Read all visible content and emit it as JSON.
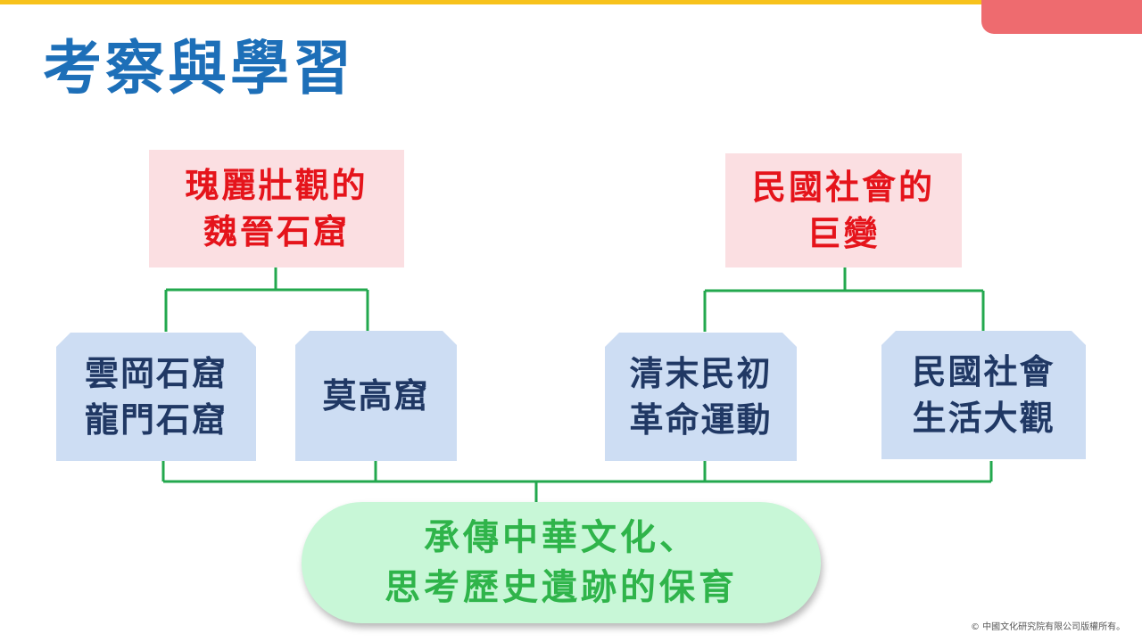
{
  "slide": {
    "title": "考察與學習",
    "copyright": "© 中國文化研究院有限公司版權所有。"
  },
  "diagram": {
    "top_nodes": [
      {
        "lines": [
          "瑰麗壯觀的",
          "魏晉石窟"
        ]
      },
      {
        "lines": [
          "民國社會的",
          "巨變"
        ]
      }
    ],
    "sub_nodes": [
      {
        "lines": [
          "雲岡石窟",
          "龍門石窟"
        ]
      },
      {
        "lines": [
          "莫高窟"
        ]
      },
      {
        "lines": [
          "清末民初",
          "革命運動"
        ]
      },
      {
        "lines": [
          "民國社會",
          "生活大觀"
        ]
      }
    ],
    "goal": {
      "lines": [
        "承傳中華文化、",
        "思考歷史遺跡的保育"
      ]
    },
    "colors": {
      "top_bar": "#f7c21c",
      "corner_tab": "#ee6b6f",
      "title": "#1d6fb8",
      "top_node_fill": "#fbdfe2",
      "top_node_text": "#e5141b",
      "sub_node_fill": "#cdddf3",
      "sub_node_text": "#203864",
      "goal_fill": "#c8f7d7",
      "goal_text": "#2fb44a",
      "connector": "#23a84e"
    }
  }
}
